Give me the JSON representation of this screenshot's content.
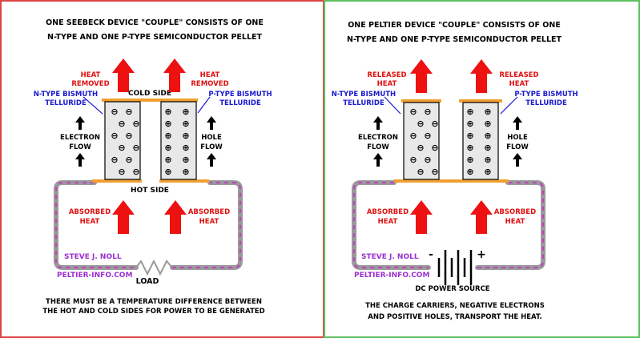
{
  "colors": {
    "border_left": "#dd4444",
    "border_right": "#5fbf5f",
    "heat_arrow": "#ee1111",
    "heat_text": "#e01010",
    "material_text": "#1a1ad0",
    "author_text": "#9b2fd0",
    "plate": "#f0a030",
    "pellet": "#e8e8e8",
    "wire_outer": "#9a9a9a",
    "wire_dash": "#c040c0",
    "text": "#000000"
  },
  "left_panel": {
    "title_line1": "ONE SEEBECK DEVICE \"COUPLE\" CONSISTS OF ONE",
    "title_line2": "N-TYPE AND ONE P-TYPE SEMICONDUCTOR PELLET",
    "heat_top_left_1": "HEAT",
    "heat_top_left_2": "REMOVED",
    "heat_top_right_1": "HEAT",
    "heat_top_right_2": "REMOVED",
    "cold_side": "COLD SIDE",
    "hot_side": "HOT SIDE",
    "n_type_1": "N-TYPE BISMUTH",
    "n_type_2": "TELLURIDE",
    "p_type_1": "P-TYPE BISMUTH",
    "p_type_2": "TELLURIDE",
    "electron_1": "ELECTRON",
    "electron_2": "FLOW",
    "hole_1": "HOLE",
    "hole_2": "FLOW",
    "absorbed_left_1": "ABSORBED",
    "absorbed_left_2": "HEAT",
    "absorbed_right_1": "ABSORBED",
    "absorbed_right_2": "HEAT",
    "author": "STEVE J. NOLL",
    "website": "PELTIER-INFO.COM",
    "load": "LOAD",
    "footer_1": "THERE MUST BE A TEMPERATURE DIFFERENCE BETWEEN",
    "footer_2": "THE HOT AND COLD SIDES FOR POWER TO BE GENERATED",
    "minus_symbol": "⊖",
    "plus_symbol": "⊕"
  },
  "right_panel": {
    "title_line1": "ONE PELTIER DEVICE \"COUPLE\" CONSISTS OF ONE",
    "title_line2": "N-TYPE AND ONE P-TYPE SEMICONDUCTOR PELLET",
    "heat_top_left_1": "RELEASED",
    "heat_top_left_2": "HEAT",
    "heat_top_right_1": "RELEASED",
    "heat_top_right_2": "HEAT",
    "n_type_1": "N-TYPE BISMUTH",
    "n_type_2": "TELLURIDE",
    "p_type_1": "P-TYPE BISMUTH",
    "p_type_2": "TELLURIDE",
    "electron_1": "ELECTRON",
    "electron_2": "FLOW",
    "hole_1": "HOLE",
    "hole_2": "FLOW",
    "absorbed_left_1": "ABSORBED",
    "absorbed_left_2": "HEAT",
    "absorbed_right_1": "ABSORBED",
    "absorbed_right_2": "HEAT",
    "author": "STEVE J. NOLL",
    "website": "PELTIER-INFO.COM",
    "battery_minus": "-",
    "battery_plus": "+",
    "power_source": "DC POWER SOURCE",
    "footer_1": "THE CHARGE CARRIERS, NEGATIVE ELECTRONS",
    "footer_2": "AND POSITIVE HOLES, TRANSPORT THE HEAT.",
    "minus_symbol": "⊖",
    "plus_symbol": "⊕"
  }
}
